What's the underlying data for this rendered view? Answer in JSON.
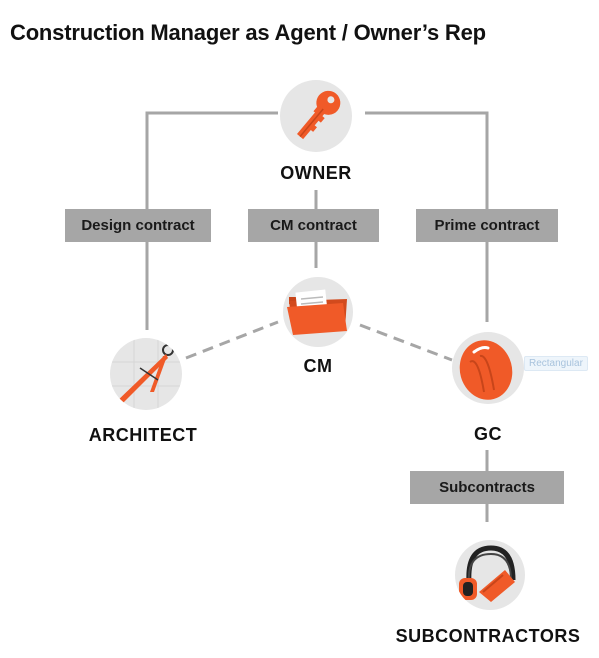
{
  "title": "Construction Manager as Agent / Owner’s Rep",
  "nodes": {
    "owner": "OWNER",
    "cm": "CM",
    "architect": "ARCHITECT",
    "gc": "GC",
    "subcontractors": "SUBCONTRACTORS"
  },
  "contracts": {
    "design": "Design contract",
    "cm": "CM contract",
    "prime": "Prime contract",
    "sub": "Subcontracts"
  },
  "ghost_label": "Rectangular",
  "colors": {
    "accent": "#f05a28",
    "box": "#a6a6a6",
    "line": "#a6a6a6",
    "circle": "#e6e6e6"
  }
}
